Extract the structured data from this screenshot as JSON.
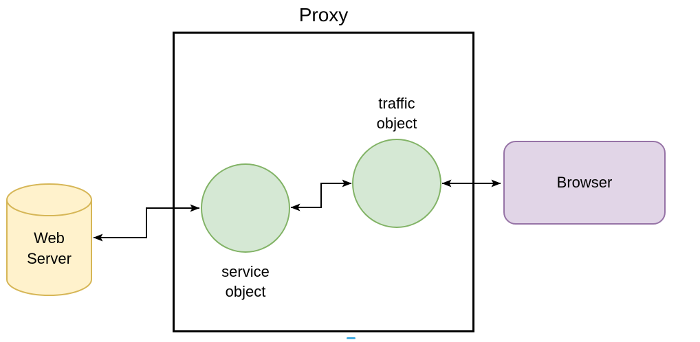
{
  "diagram": {
    "proxy_container": {
      "title": "Proxy"
    },
    "nodes": {
      "web_server": {
        "shape": "cylinder",
        "lines": [
          "Web",
          "Server"
        ],
        "fill": "#FFF2CC",
        "stroke": "#D6B656"
      },
      "service_object": {
        "shape": "circle",
        "lines": [
          "service",
          "object"
        ],
        "label_position": "below",
        "fill": "#D5E8D4",
        "stroke": "#82B366"
      },
      "traffic_object": {
        "shape": "circle",
        "lines": [
          "traffic",
          "object"
        ],
        "label_position": "above",
        "fill": "#D5E8D4",
        "stroke": "#82B366"
      },
      "browser": {
        "shape": "rounded-rectangle",
        "label": "Browser",
        "fill": "#E1D5E7",
        "stroke": "#9673A6"
      }
    },
    "connections": [
      {
        "from": "web_server",
        "to": "service_object",
        "style": "bidirectional-step",
        "color": "#000000"
      },
      {
        "from": "service_object",
        "to": "traffic_object",
        "style": "bidirectional-step",
        "color": "#000000"
      },
      {
        "from": "traffic_object",
        "to": "browser",
        "style": "bidirectional-straight",
        "color": "#000000"
      }
    ],
    "artifact": {
      "blue_dash_color": "#45ADE2"
    }
  }
}
